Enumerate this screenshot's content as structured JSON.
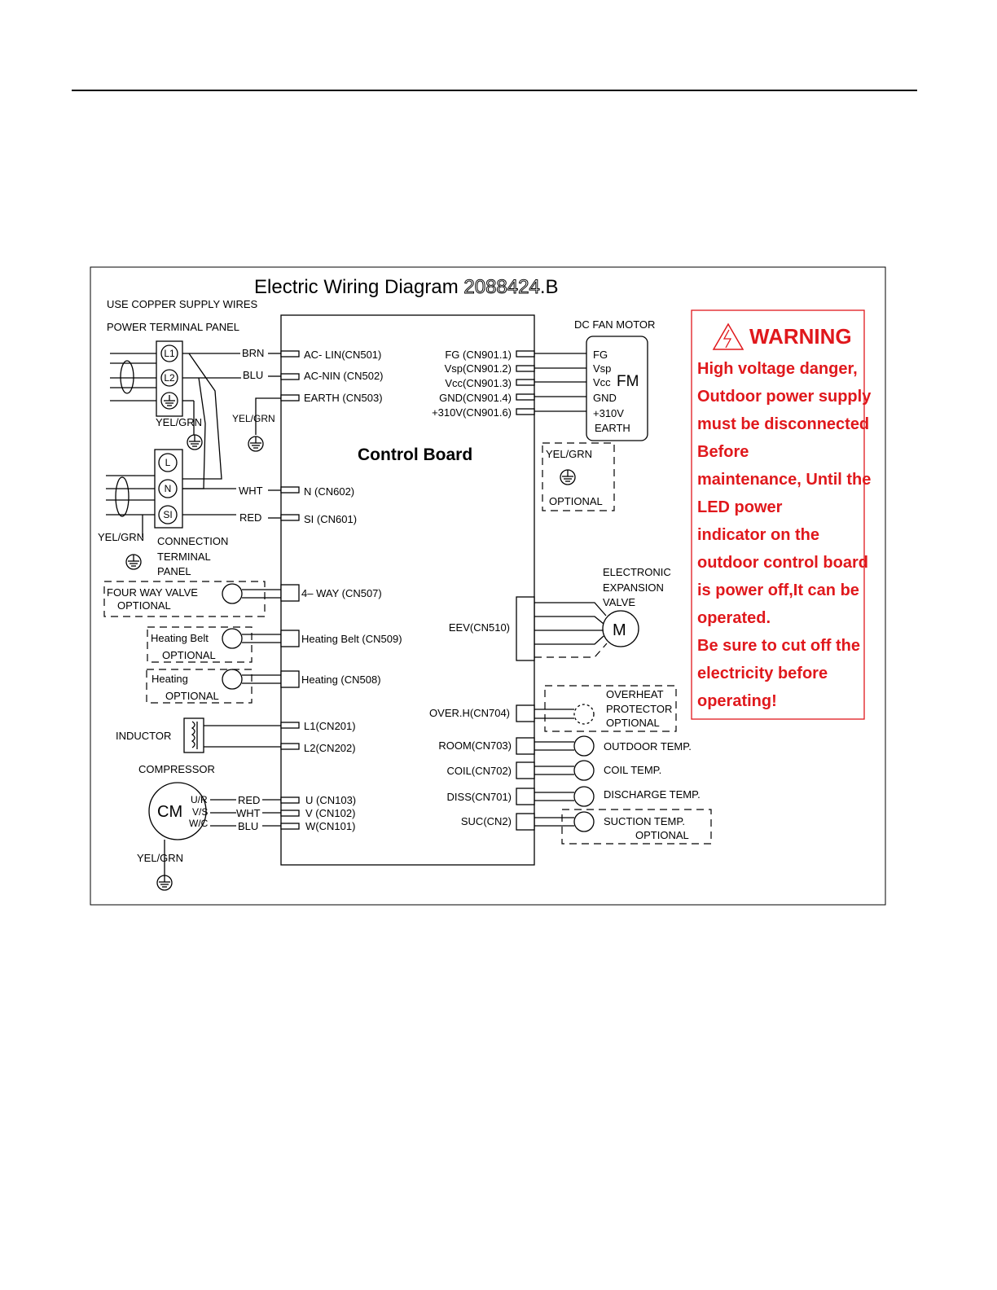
{
  "title": {
    "main": "Electric Wiring Diagram ",
    "code": "2088424",
    "suffix": ".B"
  },
  "notes": {
    "copper": "USE COPPER  SUPPLY WIRES",
    "power_panel": "POWER TERMINAL PANEL"
  },
  "power_terminals": {
    "l1": "L1",
    "l2": "L2"
  },
  "connection_terminals": {
    "l": "L",
    "n": "N",
    "si": "SI"
  },
  "connection_panel": {
    "line1": "CONNECTION",
    "line2": "TERMINAL",
    "line3": "PANEL"
  },
  "wire_colors": {
    "brn": "BRN",
    "blu": "BLU",
    "wht": "WHT",
    "red": "RED",
    "yel_grn": "YEL/GRN"
  },
  "control_board": {
    "title": "Control Board",
    "left_ports": {
      "ac_lin": "AC- LIN(CN501)",
      "ac_nin": "AC-NIN (CN502)",
      "earth": "EARTH (CN503)",
      "n": "N (CN602)",
      "si": "SI (CN601)",
      "four_way": "4– WAY (CN507)",
      "heating_belt": "Heating Belt (CN509)",
      "heating": "Heating (CN508)",
      "l1": "L1(CN201)",
      "l2": "L2(CN202)",
      "u": "U (CN103)",
      "v": "V (CN102)",
      "w": "W(CN101)"
    },
    "right_ports": {
      "fg": "FG (CN901.1)",
      "vsp": "Vsp(CN901.2)",
      "vcc": "Vcc(CN901.3)",
      "gnd": "GND(CN901.4)",
      "v310": "+310V(CN901.6)",
      "eev": "EEV(CN510)",
      "overh": "OVER.H(CN704)",
      "room": "ROOM(CN703)",
      "coil": "COIL(CN702)",
      "diss": "DISS(CN701)",
      "suc": "SUC(CN2)"
    }
  },
  "fan_motor": {
    "title": "DC FAN MOTOR",
    "fm": "FM",
    "pins": {
      "fg": "FG",
      "vsp": "Vsp",
      "vcc": "Vcc",
      "gnd": "GND",
      "v310": "+310V",
      "earth": "EARTH"
    },
    "optional_ground": {
      "label": "YEL/GRN",
      "optional": "OPTIONAL"
    }
  },
  "components": {
    "four_way_valve": "FOUR  WAY VALVE",
    "optional": "OPTIONAL",
    "heating_belt": "Heating Belt",
    "heating": "Heating",
    "inductor": "INDUCTOR",
    "compressor": "COMPRESSOR",
    "cm": "CM",
    "compressor_pins": {
      "u": "U/R",
      "v": "V/S",
      "w": "W/C"
    }
  },
  "eev": {
    "line1": "ELECTRONIC",
    "line2": "EXPANSION",
    "line3": "VALVE",
    "m": "M"
  },
  "sensors": {
    "overheat1": "OVERHEAT",
    "overheat2": "PROTECTOR",
    "overheat3": "OPTIONAL",
    "outdoor": "OUTDOOR TEMP.",
    "coil": "COIL TEMP.",
    "discharge": "DISCHARGE TEMP.",
    "suction": "SUCTION TEMP.",
    "suction_optional": "OPTIONAL"
  },
  "warning": {
    "title": "WARNING",
    "lines": [
      "High voltage danger,",
      "Outdoor power supply",
      "must be disconnected",
      "Before",
      "maintenance, Until the",
      "LED power",
      "indicator on the",
      "outdoor control board",
      "is power off,It can be",
      "operated.",
      "Be sure to cut off the",
      "electricity before",
      "operating!"
    ],
    "color": "#e0181c"
  }
}
